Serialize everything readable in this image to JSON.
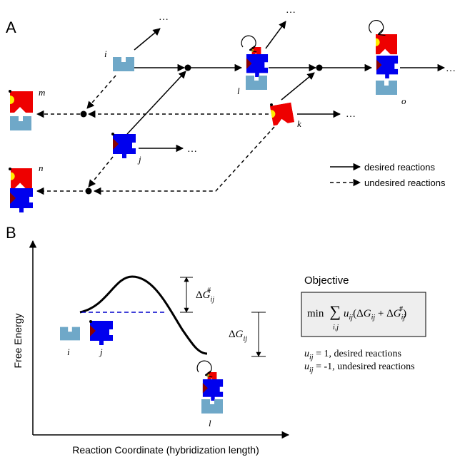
{
  "panel_a": {
    "label": "A",
    "nodes": {
      "i": "i",
      "j": "j",
      "k": "k",
      "l": "l",
      "m": "m",
      "n": "n",
      "o": "o"
    },
    "ellipsis": "…",
    "legend": {
      "desired": "desired reactions",
      "undesired": "undesired reactions"
    }
  },
  "panel_b": {
    "label": "B",
    "y_axis_title": "Free Energy",
    "x_axis_title": "Reaction Coordinate (hybridization length)",
    "node_labels": {
      "i": "i",
      "j": "j",
      "l": "l"
    },
    "objective": {
      "title": "Objective",
      "formula_min": "min",
      "formula_sub": "i,j",
      "rule_desired": "u_ij = 1, desired reactions",
      "rule_undesired": "u_ij = -1, undesired reactions"
    }
  },
  "colors": {
    "light_blue": "#6fa8c8",
    "blue": "#0000ee",
    "red": "#ee0000",
    "dark_red": "#880000",
    "yellow": "#ffee00",
    "dashed_blue": "#0000cc"
  }
}
